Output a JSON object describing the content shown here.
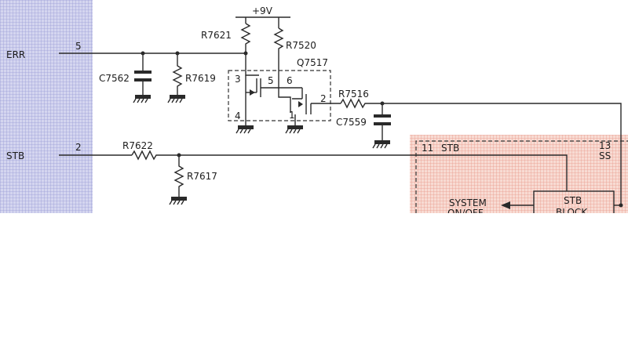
{
  "power_label": "+9V",
  "pins": {
    "err_name": "ERR",
    "err_num": "5",
    "stb_name": "STB",
    "stb_num": "2"
  },
  "parts": {
    "r7621": "R7621",
    "r7520": "R7520",
    "q7517": "Q7517",
    "c7562": "C7562",
    "r7619": "R7619",
    "r7516": "R7516",
    "c7559": "C7559",
    "r7622": "R7622",
    "r7617": "R7617"
  },
  "transistor_pins": {
    "p1": "1",
    "p2": "2",
    "p3": "3",
    "p4": "4",
    "p5": "5",
    "p6": "6"
  },
  "ic_block": {
    "pin11": "11",
    "pin11_name": "STB",
    "pin13": "13",
    "pin13_name": "SS",
    "block_line1": "STB",
    "block_line2": "BLOCK",
    "output_line1": "SYSTEM",
    "output_line2": "ON/OFF"
  },
  "colors": {
    "left_panel": "#c8c9ea",
    "ic_panel": "#f6d7cf",
    "ic_border": "#b8432f",
    "wire": "#2a2a2a"
  }
}
